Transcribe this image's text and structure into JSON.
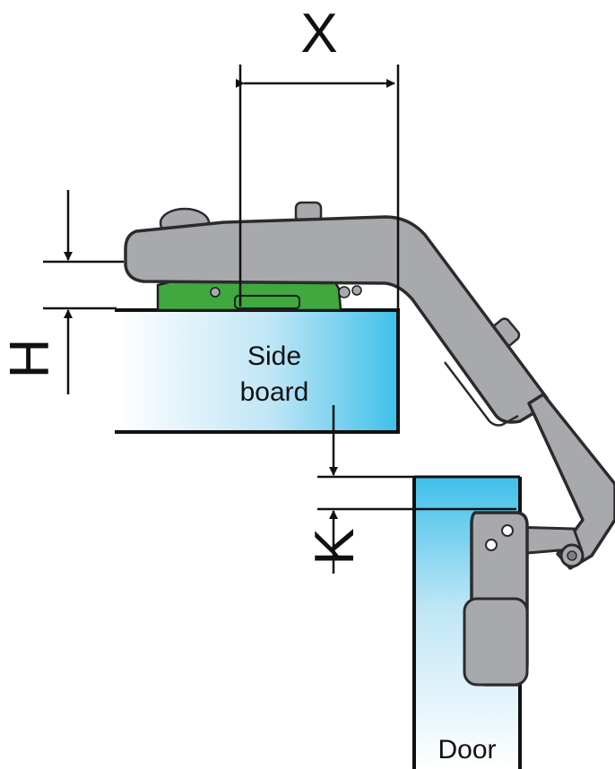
{
  "diagram": {
    "dimensions": {
      "x_label": "X",
      "h_label": "H",
      "k_label": "K"
    },
    "parts": {
      "side_board_line1": "Side",
      "side_board_line2": "board",
      "door_label": "Door"
    },
    "colors": {
      "board_light": "#ffffff",
      "board_blue": "#3fc0ea",
      "hinge_gray": "#a7a9ac",
      "hinge_outline": "#3a3a3a",
      "mount_green": "#3fa83f",
      "line": "#111111"
    }
  }
}
